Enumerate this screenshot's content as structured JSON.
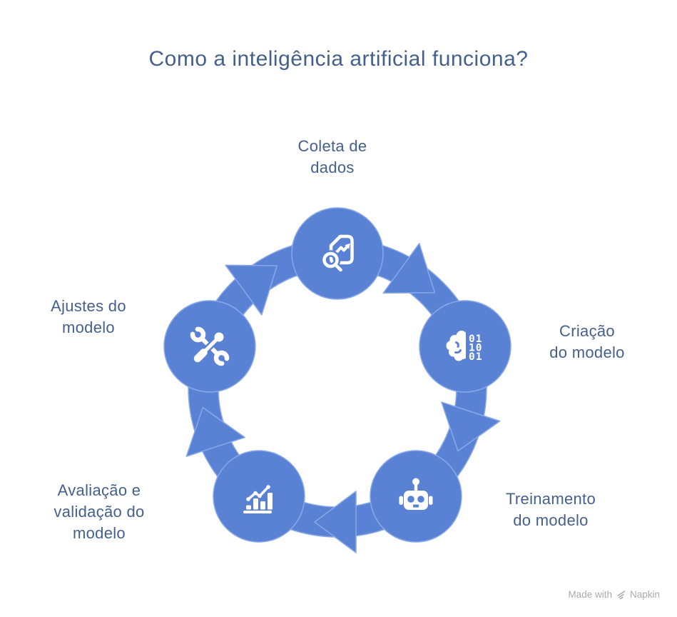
{
  "title": "Como a inteligência artificial funciona?",
  "colors": {
    "node_fill": "#5A82D4",
    "node_stroke": "#88A8E8",
    "text": "#44608C",
    "icon": "#FFFFFF",
    "background": "#FFFFFF",
    "watermark": "#ABABAD"
  },
  "cycle": {
    "direction": "clockwise",
    "nodes": [
      {
        "label": "Coleta de\ndados",
        "icon": "document-search-icon"
      },
      {
        "label": "Criação\ndo modelo",
        "icon": "brain-binary-icon",
        "icon_digits": [
          "01",
          "10",
          "01"
        ]
      },
      {
        "label": "Treinamento\ndo modelo",
        "icon": "robot-icon"
      },
      {
        "label": "Avaliação e\nvalidação do\nmodelo",
        "icon": "bar-chart-trend-icon"
      },
      {
        "label": "Ajustes do\nmodelo",
        "icon": "wrench-screwdriver-icon"
      }
    ]
  },
  "watermark": {
    "prefix": "Made with",
    "brand": "Napkin"
  }
}
